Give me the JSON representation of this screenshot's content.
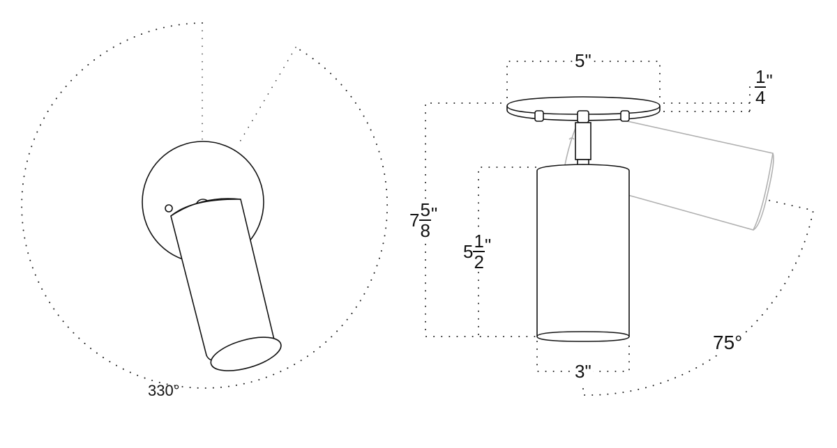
{
  "diagram": {
    "title": "Adjustable cylinder spotlight dimension drawing",
    "colors": {
      "line": "#111111",
      "ghost_line": "#b0b0b0",
      "dots": "#222222",
      "background": "#ffffff"
    },
    "left_view": {
      "name": "rotation-view",
      "rotation_label": "330°"
    },
    "right_view": {
      "name": "side-elevation",
      "canopy_width": "5\"",
      "canopy_thickness": {
        "numerator": "1",
        "denominator": "4",
        "unit": "\""
      },
      "overall_height": {
        "whole": "7",
        "numerator": "5",
        "denominator": "8",
        "unit": "\""
      },
      "shade_height": {
        "whole": "5",
        "numerator": "1",
        "denominator": "2",
        "unit": "\""
      },
      "shade_diameter": "3\"",
      "tilt_label": "75°"
    }
  }
}
